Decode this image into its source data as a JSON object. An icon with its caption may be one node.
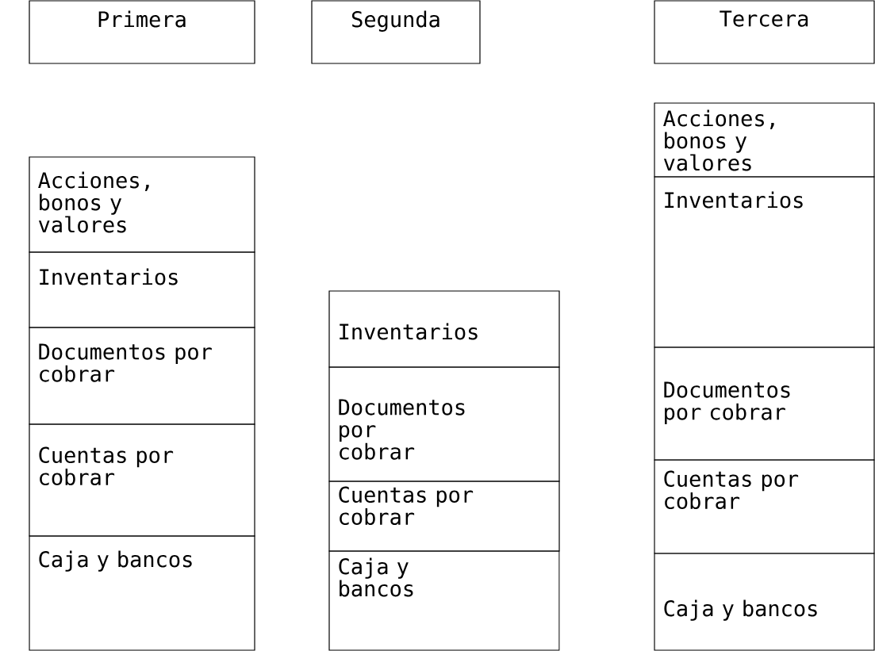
{
  "diagram": {
    "nodes": [
      {
        "text": [
          "Primera"
        ]
      },
      {
        "text": [
          "Segunda"
        ]
      },
      {
        "text": [
          "Tercera"
        ]
      },
      {
        "text": [
          "Acciones, bonos y valores"
        ]
      },
      {
        "text": [
          "Inventarios"
        ]
      },
      {
        "text": [
          "Documentos por cobrar"
        ]
      },
      {
        "text": [
          "Cuentas por cobrar"
        ]
      },
      {
        "text": [
          "Caja y bancos"
        ]
      },
      {
        "text": [
          "Inventarios"
        ]
      },
      {
        "text": [
          "Documentos por cobrar"
        ]
      },
      {
        "text": [
          "Cuentas por cobrar"
        ]
      },
      {
        "text": [
          "Caja y bancos"
        ]
      },
      {
        "text": [
          "Acciones, bonos y valores"
        ]
      },
      {
        "text": [
          "Inventarios"
        ]
      },
      {
        "text": [
          "Documentos por cobrar"
        ]
      },
      {
        "text": [
          "Cuentas por cobrar"
        ]
      },
      {
        "text": [
          "Caja y bancos"
        ]
      }
    ]
  }
}
